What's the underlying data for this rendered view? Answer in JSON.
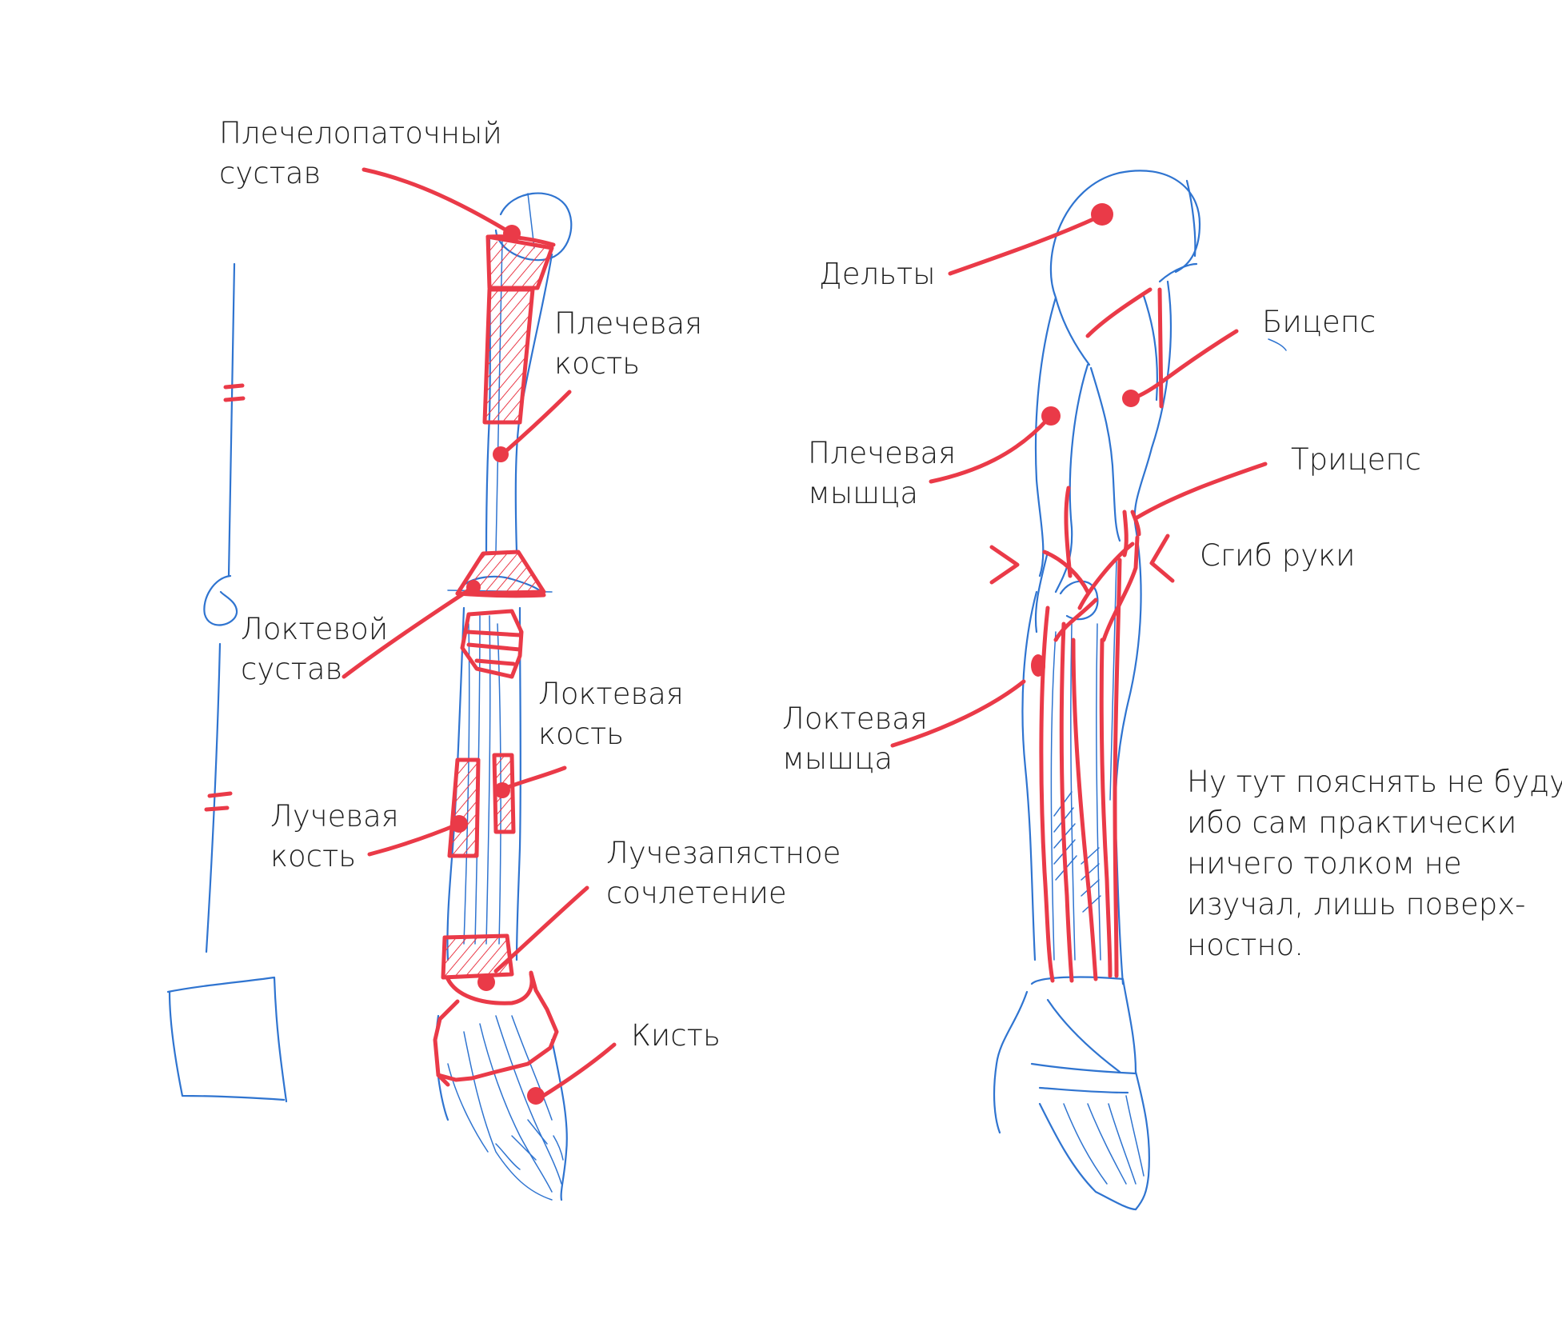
{
  "skeleton_labels": {
    "shoulder_joint": [
      "Плечелопаточный",
      "сустав"
    ],
    "humerus": [
      "Плечевая",
      "кость"
    ],
    "elbow_joint": [
      "Локтевой",
      "сустав"
    ],
    "ulna": [
      "Локтевая",
      "кость"
    ],
    "radius": [
      "Лучевая",
      "кость"
    ],
    "wrist_joint": [
      "Лучезапястное",
      "сочлетение"
    ],
    "hand": "Кисть"
  },
  "muscle_labels": {
    "deltoid": "Дельты",
    "biceps": "Бицепс",
    "brachialis": [
      "Плечевая",
      "мышца"
    ],
    "triceps": "Трицепс",
    "elbow_bend": "Сгиб руки",
    "anconeus": [
      "Локтевая",
      "мышца"
    ]
  },
  "note": [
    "Ну тут пояснять не буду,",
    "ибо сам практически",
    "ничего толком не",
    "изучал, лишь поверх-",
    "ностно."
  ],
  "colors": {
    "sketch": "#2f74d0",
    "accent": "#ea3a48",
    "text": "#1f1f1f"
  }
}
